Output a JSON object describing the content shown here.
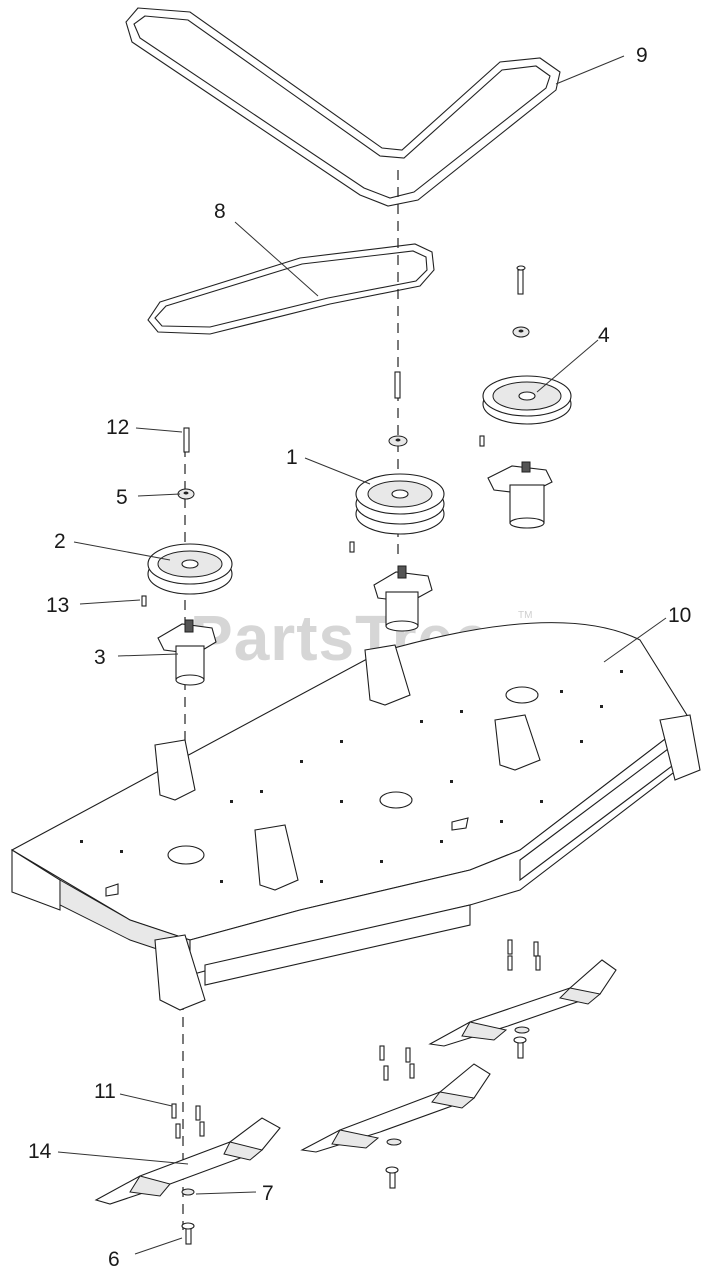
{
  "watermark": "PartsTree",
  "watermark_tm": "TM",
  "callouts": [
    {
      "id": "1",
      "label": "1"
    },
    {
      "id": "2",
      "label": "2"
    },
    {
      "id": "3",
      "label": "3"
    },
    {
      "id": "4",
      "label": "4"
    },
    {
      "id": "5",
      "label": "5"
    },
    {
      "id": "6",
      "label": "6"
    },
    {
      "id": "7",
      "label": "7"
    },
    {
      "id": "8",
      "label": "8"
    },
    {
      "id": "9",
      "label": "9"
    },
    {
      "id": "10",
      "label": "10"
    },
    {
      "id": "11",
      "label": "11"
    },
    {
      "id": "12",
      "label": "12"
    },
    {
      "id": "13",
      "label": "13"
    },
    {
      "id": "14",
      "label": "14"
    }
  ]
}
